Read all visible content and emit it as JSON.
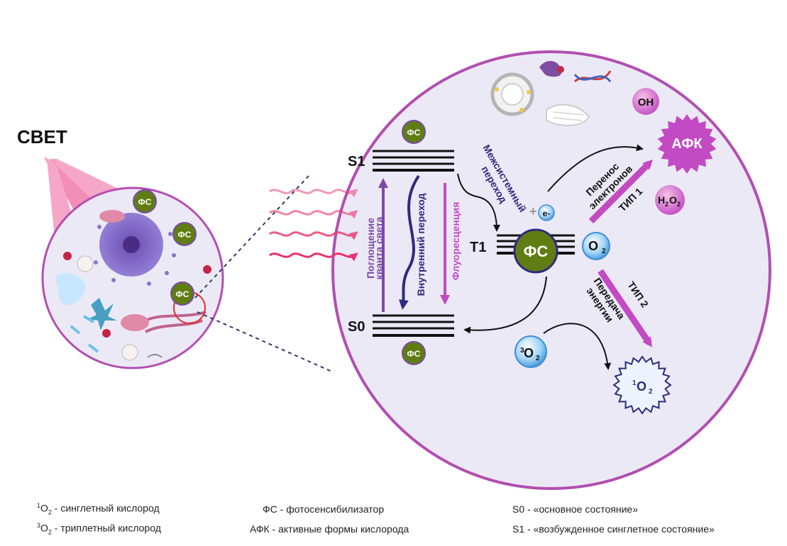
{
  "light_label": "СВЕТ",
  "ps_label": "ФС",
  "levels": {
    "s1": "S1",
    "s0": "S0",
    "t1": "T1"
  },
  "transitions": {
    "absorption_line1": "Поглощение",
    "absorption_line2": "кванта света",
    "internal": "Внутренний переход",
    "fluorescence": "Флуоресценция",
    "isc_line1": "Межсистемный",
    "isc_line2": "переход"
  },
  "type1": {
    "label": "ТИП 1",
    "desc_line1": "Перенос",
    "desc_line2": "электронов",
    "electron": "e-",
    "plus": "+",
    "ros": "АФК",
    "oh": "OH",
    "h2o2_main": "H",
    "h2o2_sub": "2",
    "h2o2_o": "O",
    "h2o2_sub2": "2",
    "o2_main": "O",
    "o2_sub": "2"
  },
  "type2": {
    "label": "ТИП 2",
    "desc_line1": "Передача",
    "desc_line2": "энергии",
    "triplet_sup": "3",
    "triplet_main": "O",
    "triplet_sub": "2",
    "singlet_sup": "1",
    "singlet_main": "O",
    "singlet_sub": "2"
  },
  "legend": [
    {
      "sup": "1",
      "main": "O",
      "sub": "2",
      "text": " - синглетный кислород"
    },
    {
      "sup": "3",
      "main": "O",
      "sub": "2",
      "text": " - триплетный кислород"
    },
    {
      "text": "ФС - фотосенсибилизатор"
    },
    {
      "text": "АФК - активные формы кислорода"
    },
    {
      "text": "S0 - «основное состояние»"
    },
    {
      "text": "S1 - «возбужденное синглетное состояние»"
    }
  ],
  "colors": {
    "circle_fill": "#ece9f7",
    "circle_stroke": "#b24fb0",
    "ps_green": "#5f7d12",
    "magenta": "#c24bc3",
    "purple": "#7a4aa8",
    "navy": "#2f2b7e",
    "pink_wave": "#e8336b"
  }
}
